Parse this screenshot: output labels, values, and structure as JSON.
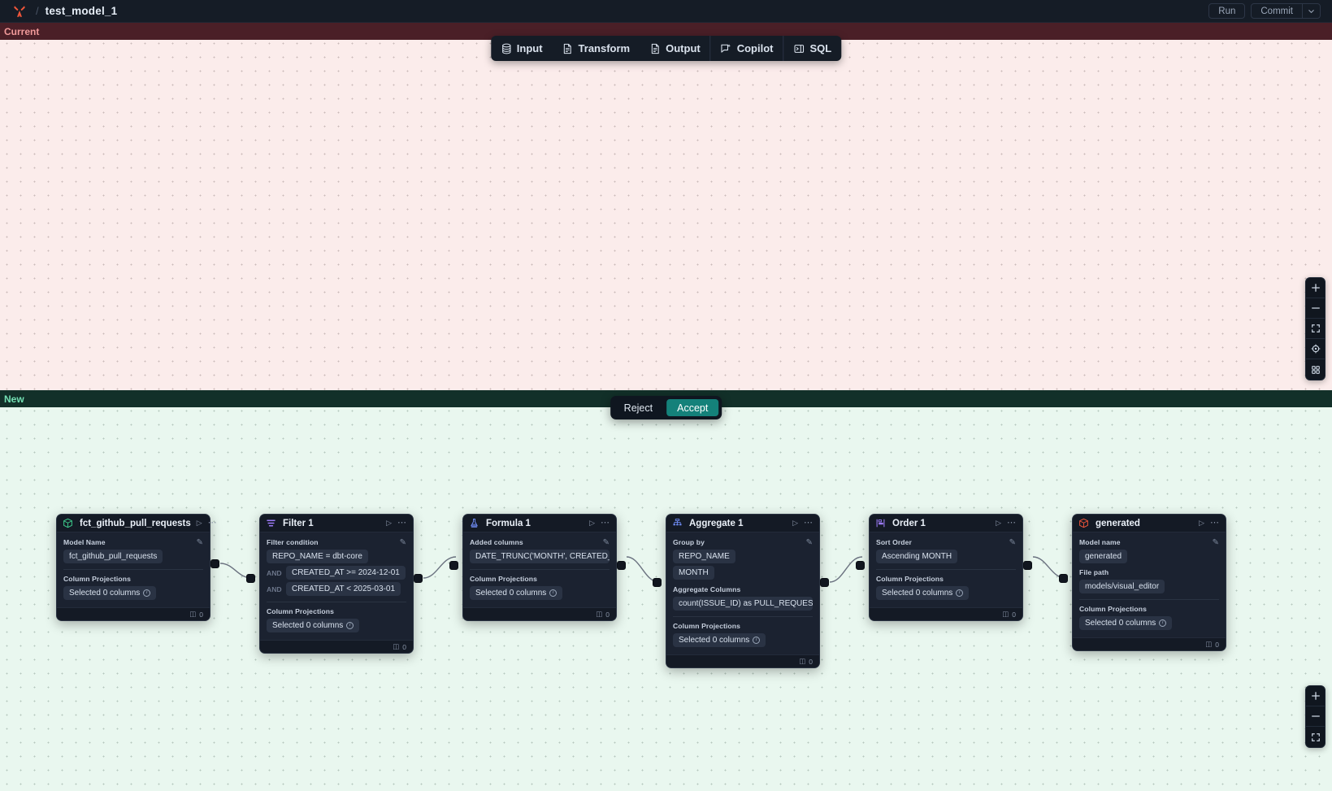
{
  "topbar": {
    "logo": "x-logo-icon",
    "separator": "/",
    "title": "test_model_1",
    "run_label": "Run",
    "commit_label": "Commit",
    "chevron": "⌄"
  },
  "toolbar": {
    "items": [
      {
        "label": "Input",
        "icon": "database-icon"
      },
      {
        "label": "Transform",
        "icon": "document-icon"
      },
      {
        "label": "Output",
        "icon": "document-icon"
      },
      {
        "label": "Copilot",
        "icon": "copilot-sparkle-icon"
      },
      {
        "label": "SQL",
        "icon": "sql-panel-icon"
      }
    ]
  },
  "panes": {
    "current_label": "Current",
    "new_label": "New"
  },
  "decision": {
    "reject_label": "Reject",
    "accept_label": "Accept",
    "accent_color": "#14817a"
  },
  "zoom_controls": {
    "top": [
      {
        "icon": "plus-icon",
        "glyph": "＋"
      },
      {
        "icon": "minus-icon",
        "glyph": "−"
      },
      {
        "icon": "fit-screen-icon",
        "glyph": "⛶"
      },
      {
        "icon": "locate-icon",
        "glyph": "⌖"
      },
      {
        "icon": "grid-icon",
        "glyph": "⌗"
      }
    ],
    "bottom": [
      {
        "icon": "plus-icon",
        "glyph": "＋"
      },
      {
        "icon": "minus-icon",
        "glyph": "−"
      },
      {
        "icon": "fit-screen-icon",
        "glyph": "⛶"
      }
    ]
  },
  "nodes": [
    {
      "id": "source",
      "title": "fct_github_pull_requests",
      "icon": "cube-icon",
      "icon_color": "#3ecf8e",
      "sections": [
        {
          "label": "Model Name",
          "chips": [
            {
              "text": "fct_github_pull_requests"
            }
          ]
        },
        {
          "label": "Column Projections",
          "chips": [
            {
              "text": "Selected 0 columns",
              "info": true
            }
          ]
        }
      ],
      "footer_count": "0"
    },
    {
      "id": "filter",
      "title": "Filter 1",
      "icon": "filter-icon",
      "icon_color": "#9b7af5",
      "sections": [
        {
          "label": "Filter condition",
          "chips": [
            {
              "text": "REPO_NAME = dbt-core"
            },
            {
              "prefix": "AND",
              "text": "CREATED_AT >= 2024-12-01"
            },
            {
              "prefix": "AND",
              "text": "CREATED_AT < 2025-03-01"
            }
          ]
        },
        {
          "label": "Column Projections",
          "chips": [
            {
              "text": "Selected 0 columns",
              "info": true
            }
          ]
        }
      ],
      "footer_count": "0"
    },
    {
      "id": "formula",
      "title": "Formula 1",
      "icon": "flask-icon",
      "icon_color": "#6f8cf5",
      "sections": [
        {
          "label": "Added columns",
          "chips": [
            {
              "text": "DATE_TRUNC('MONTH', CREATED_AT…"
            }
          ]
        },
        {
          "label": "Column Projections",
          "chips": [
            {
              "text": "Selected 0 columns",
              "info": true
            }
          ]
        }
      ],
      "footer_count": "0"
    },
    {
      "id": "aggregate",
      "title": "Aggregate 1",
      "icon": "aggregate-tree-icon",
      "icon_color": "#6f8cf5",
      "sections": [
        {
          "label": "Group by",
          "chips": [
            {
              "text": "REPO_NAME"
            },
            {
              "text": "MONTH"
            }
          ]
        },
        {
          "label": "Aggregate Columns",
          "chips": [
            {
              "text": "count(ISSUE_ID) as PULL_REQUEST_…"
            }
          ],
          "nodivider": true
        },
        {
          "label": "Column Projections",
          "chips": [
            {
              "text": "Selected 0 columns",
              "info": true
            }
          ]
        }
      ],
      "footer_count": "0"
    },
    {
      "id": "order",
      "title": "Order 1",
      "icon": "sort-icon",
      "icon_color": "#9b7af5",
      "sections": [
        {
          "label": "Sort Order",
          "chips": [
            {
              "text": "Ascending MONTH"
            }
          ]
        },
        {
          "label": "Column Projections",
          "chips": [
            {
              "text": "Selected 0 columns",
              "info": true
            }
          ]
        }
      ],
      "footer_count": "0"
    },
    {
      "id": "generated",
      "title": "generated",
      "icon": "cube-icon",
      "icon_color": "#f2563a",
      "sections": [
        {
          "label": "Model name",
          "chips": [
            {
              "text": "generated"
            }
          ]
        },
        {
          "label": "File path",
          "chips": [
            {
              "text": "models/visual_editor"
            }
          ],
          "nodivider": true
        },
        {
          "label": "Column Projections",
          "chips": [
            {
              "text": "Selected 0 columns",
              "info": true
            }
          ]
        }
      ],
      "footer_count": "0"
    }
  ]
}
